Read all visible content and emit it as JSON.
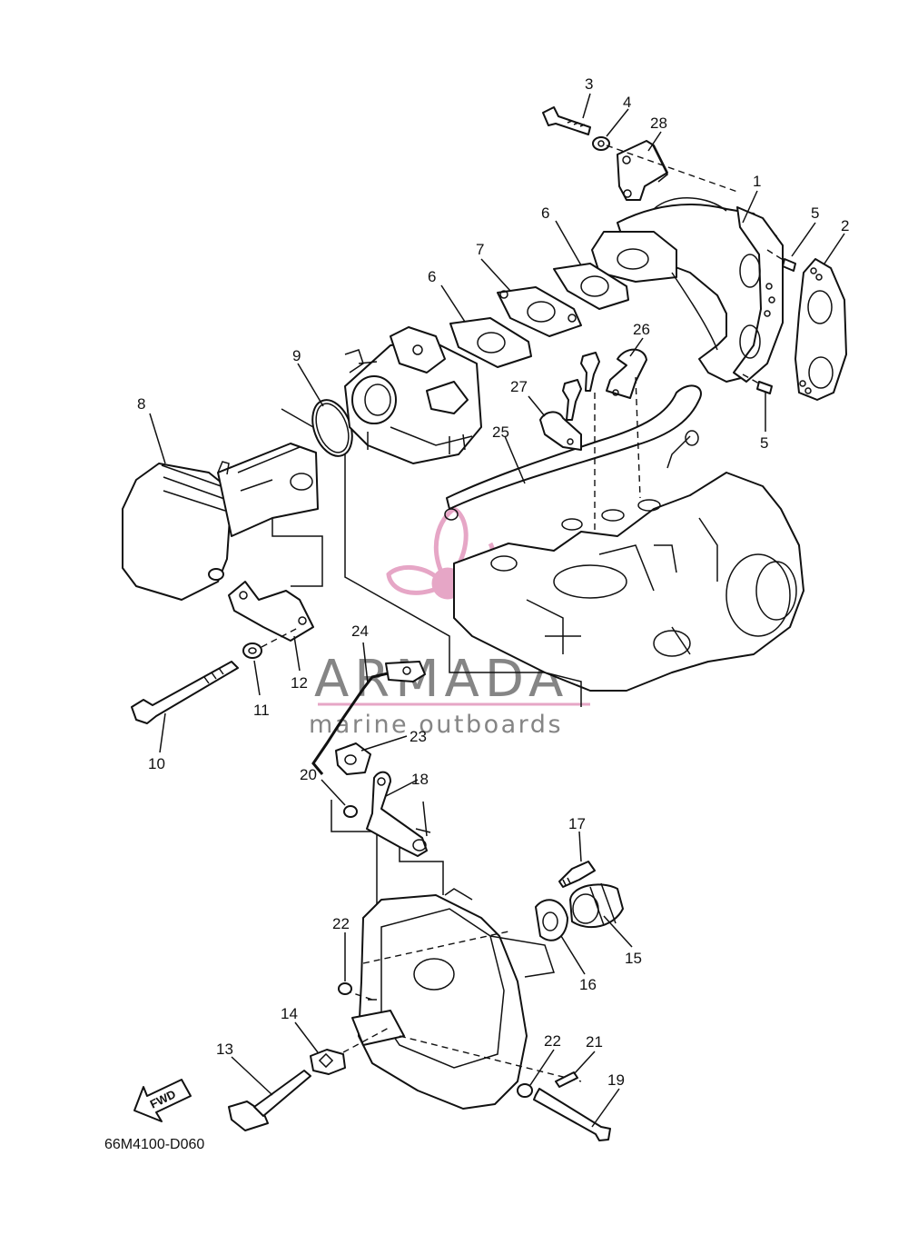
{
  "diagram_code": "66M4100-D060",
  "watermark": {
    "brand": "ARMADA",
    "tagline": "marine outboards",
    "logo": "propeller-logo",
    "accent_color": "#e6a6c6",
    "text_color": "#858585"
  },
  "fwd_label": "FWD",
  "callouts": [
    "1",
    "2",
    "3",
    "4",
    "5",
    "5",
    "6",
    "6",
    "7",
    "8",
    "9",
    "10",
    "11",
    "12",
    "13",
    "14",
    "15",
    "16",
    "17",
    "18",
    "19",
    "20",
    "21",
    "22",
    "22",
    "23",
    "24",
    "25",
    "26",
    "27",
    "28"
  ]
}
